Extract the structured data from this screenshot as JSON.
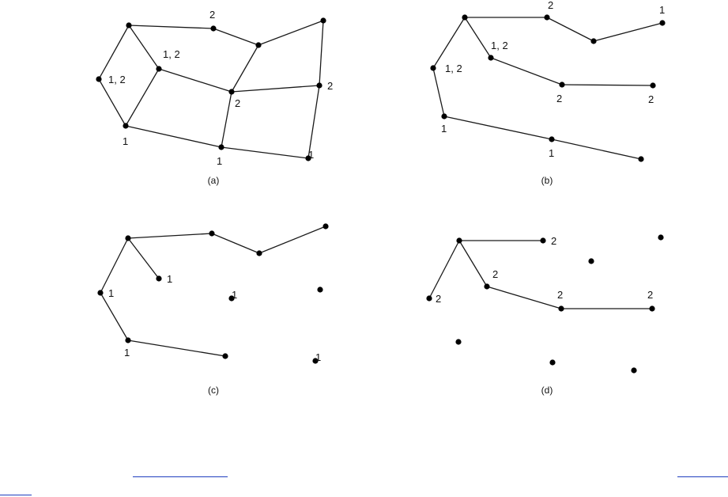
{
  "colors": {
    "ink": "#000000",
    "link": "#1f3fbf"
  },
  "panels": [
    {
      "caption": "(a)",
      "nodes": [
        {
          "label": "1, 2"
        },
        {
          "label": ""
        },
        {
          "label": "1"
        },
        {
          "label": "1, 2"
        },
        {
          "label": "2"
        },
        {
          "label": ""
        },
        {
          "label": "2"
        },
        {
          "label": "1"
        },
        {
          "label": "1"
        },
        {
          "label": "2"
        },
        {
          "label": ""
        }
      ]
    },
    {
      "caption": "(b)",
      "nodes": [
        {
          "label": "1, 2"
        },
        {
          "label": ""
        },
        {
          "label": "1"
        },
        {
          "label": "1, 2"
        },
        {
          "label": "2"
        },
        {
          "label": ""
        },
        {
          "label": "1"
        },
        {
          "label": "2"
        },
        {
          "label": "2"
        },
        {
          "label": "1"
        },
        {
          "label": ""
        }
      ]
    },
    {
      "caption": "(c)",
      "nodes": [
        {
          "label": "1"
        },
        {
          "label": ""
        },
        {
          "label": "1"
        },
        {
          "label": "1"
        },
        {
          "label": ""
        },
        {
          "label": ""
        },
        {
          "label": "1"
        },
        {
          "label": ""
        },
        {
          "label": "1"
        },
        {
          "label": ""
        },
        {
          "label": ""
        }
      ]
    },
    {
      "caption": "(d)",
      "nodes": [
        {
          "label": "2"
        },
        {
          "label": ""
        },
        {
          "label": ""
        },
        {
          "label": "2"
        },
        {
          "label": "2"
        },
        {
          "label": ""
        },
        {
          "label": ""
        },
        {
          "label": "2"
        },
        {
          "label": ""
        },
        {
          "label": "2"
        },
        {
          "label": ""
        }
      ]
    }
  ]
}
